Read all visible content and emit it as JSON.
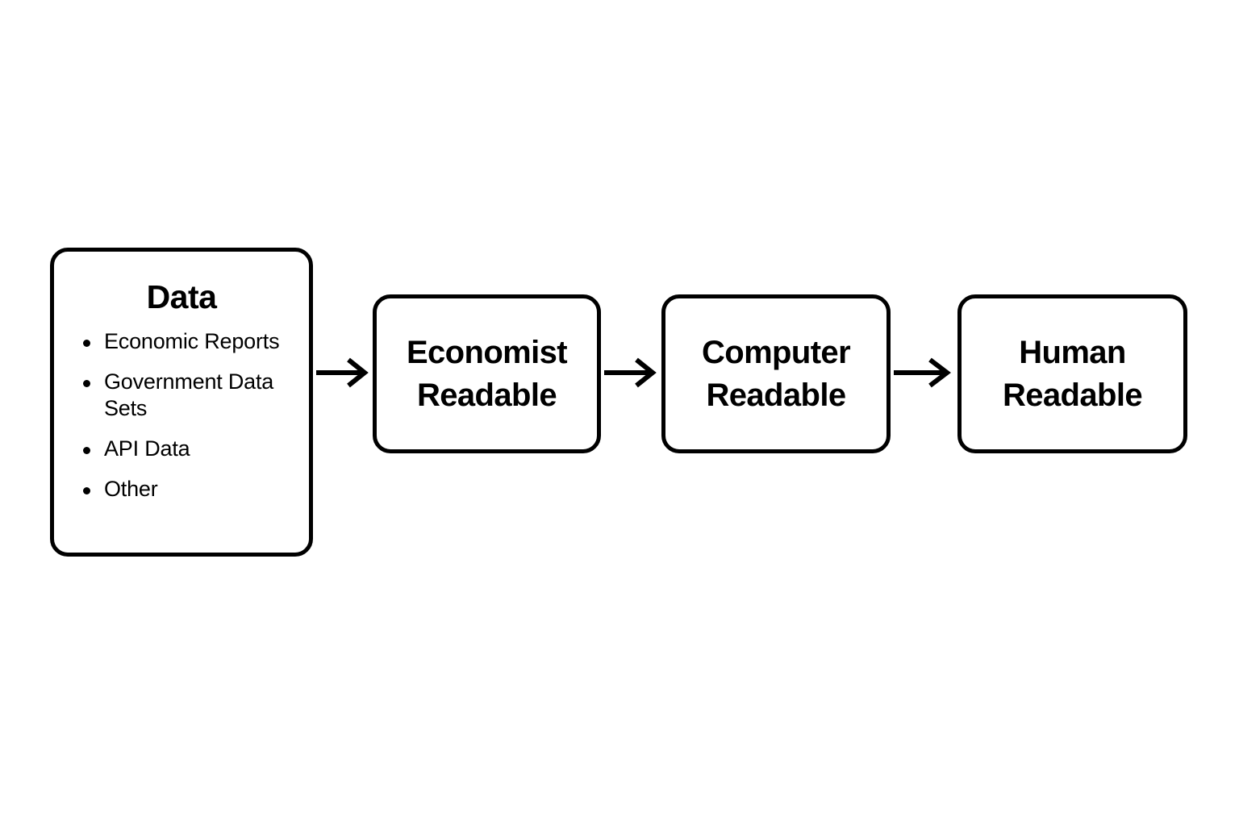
{
  "diagram": {
    "title": "Data readability pipeline flowchart",
    "background_color": "#ffffff",
    "stroke_color": "#000000",
    "nodes": {
      "data": {
        "title": "Data",
        "items": [
          "Economic Reports",
          "Government Data Sets",
          "API Data",
          "Other"
        ]
      },
      "economist": {
        "label": "Economist\nReadable"
      },
      "computer": {
        "label": "Computer\nReadable"
      },
      "human": {
        "label": "Human\nReadable"
      }
    },
    "arrows": [
      {
        "from": "data",
        "to": "economist",
        "glyph": "arrow-right-icon"
      },
      {
        "from": "economist",
        "to": "computer",
        "glyph": "arrow-right-icon"
      },
      {
        "from": "computer",
        "to": "human",
        "glyph": "arrow-right-icon"
      }
    ]
  },
  "chart_data": {
    "type": "diagram",
    "subtype": "flowchart",
    "orientation": "horizontal",
    "title": "",
    "nodes": [
      {
        "id": "data",
        "label": "Data",
        "shape": "rounded-rectangle",
        "bullets": [
          "Economic Reports",
          "Government Data Sets",
          "API Data",
          "Other"
        ]
      },
      {
        "id": "economist",
        "label": "Economist Readable",
        "shape": "rounded-rectangle"
      },
      {
        "id": "computer",
        "label": "Computer Readable",
        "shape": "rounded-rectangle"
      },
      {
        "id": "human",
        "label": "Human Readable",
        "shape": "rounded-rectangle"
      }
    ],
    "edges": [
      {
        "source": "data",
        "target": "economist",
        "label": ""
      },
      {
        "source": "economist",
        "target": "computer",
        "label": ""
      },
      {
        "source": "computer",
        "target": "human",
        "label": ""
      }
    ]
  }
}
